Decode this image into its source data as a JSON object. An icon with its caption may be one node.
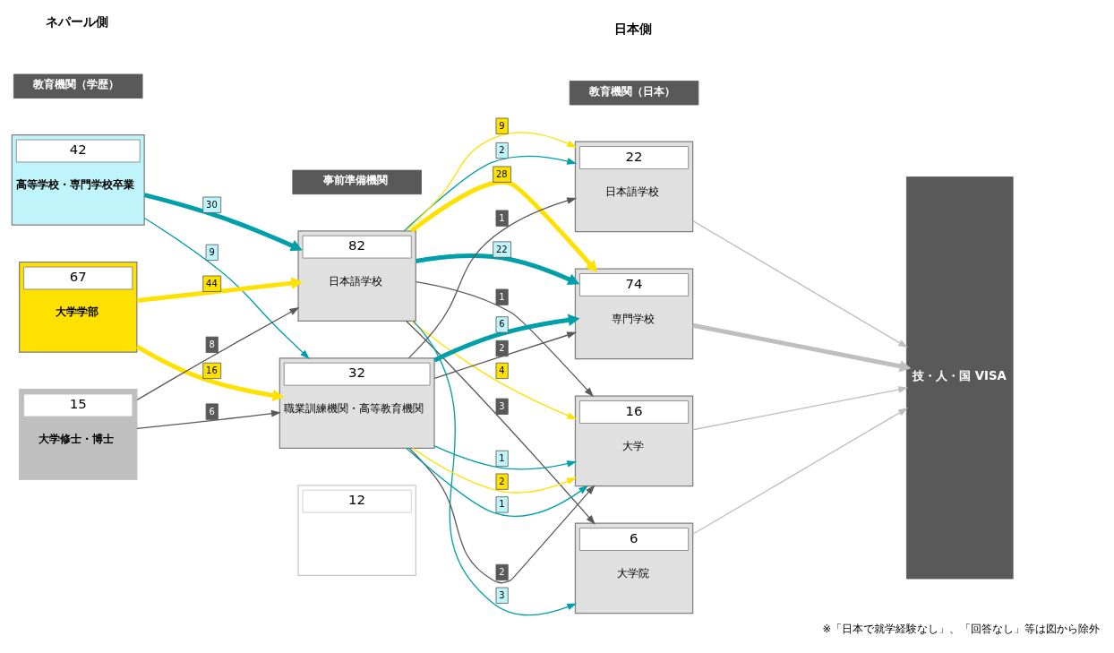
{
  "diagram": {
    "nodes": [
      {
        "text": [
          "教育機関（学歴）"
        ]
      },
      {
        "text": [
          "事前準備機関"
        ]
      },
      {
        "text": [
          "教育機関（日本）"
        ]
      },
      {
        "text": [
          "42",
          "高等学校・専門学校卒業"
        ]
      },
      {
        "text": [
          "67",
          "大学学部"
        ]
      },
      {
        "text": [
          "15",
          "大学修士・博士"
        ]
      },
      {
        "text": [
          "82",
          "日本語学校"
        ]
      },
      {
        "text": [
          "32",
          "職業訓練機関・高等教育機関"
        ]
      },
      {
        "text": [
          "12"
        ]
      },
      {
        "text": [
          "22",
          "日本語学校"
        ]
      },
      {
        "text": [
          "74",
          "専門学校"
        ]
      },
      {
        "text": [
          "16",
          "大学"
        ]
      },
      {
        "text": [
          "6",
          "大学院"
        ]
      },
      {
        "text": [
          "技・人・国 VISA"
        ]
      }
    ],
    "edges": [
      {
        "from": 3,
        "to": 6,
        "arrow": "to",
        "label": "30",
        "style": "thick",
        "color": "#009faa"
      },
      {
        "from": 3,
        "to": 7,
        "arrow": "to",
        "label": "9",
        "color": "#009faa"
      },
      {
        "from": 4,
        "to": 6,
        "arrow": "to",
        "label": "44",
        "style": "thick",
        "color": "#ffe100"
      },
      {
        "from": 4,
        "to": 7,
        "arrow": "to",
        "label": "16",
        "style": "thick",
        "color": "#ffe100"
      },
      {
        "from": 5,
        "to": 6,
        "arrow": "to",
        "label": "8",
        "color": "#595959"
      },
      {
        "from": 5,
        "to": 7,
        "arrow": "to",
        "label": "6",
        "color": "#595959"
      },
      {
        "from": 6,
        "to": 9,
        "arrow": "to",
        "label": "2",
        "color": "#009faa"
      },
      {
        "from": 6,
        "to": 9,
        "arrow": "to",
        "label": "9",
        "color": "#ffe100"
      },
      {
        "from": 7,
        "to": 9,
        "arrow": "to",
        "label": "1",
        "color": "#595959"
      },
      {
        "from": 6,
        "to": 11,
        "arrow": "to",
        "label": "1",
        "color": "#595959"
      },
      {
        "from": 6,
        "to": 12,
        "arrow": "to",
        "label": "3",
        "color": "#595959"
      },
      {
        "from": 6,
        "to": 12,
        "arrow": "to",
        "label": "3",
        "color": "#009faa"
      },
      {
        "from": 6,
        "to": 11,
        "arrow": "to",
        "label": "4",
        "color": "#ffe100"
      },
      {
        "from": 6,
        "to": 10,
        "arrow": "to",
        "label": "28",
        "style": "thick",
        "color": "#ffe100"
      },
      {
        "from": 6,
        "to": 10,
        "arrow": "to",
        "label": "22",
        "style": "thick",
        "color": "#009faa"
      },
      {
        "from": 7,
        "to": 10,
        "arrow": "to",
        "label": "2",
        "color": "#595959"
      },
      {
        "from": 7,
        "to": 10,
        "arrow": "to",
        "label": "6",
        "style": "thick",
        "color": "#009faa"
      },
      {
        "from": 7,
        "to": 11,
        "arrow": "to",
        "label": "2",
        "color": "#595959"
      },
      {
        "from": 7,
        "to": 11,
        "arrow": "to",
        "label": "1",
        "color": "#009faa"
      },
      {
        "from": 7,
        "to": 11,
        "arrow": "to",
        "label": "2",
        "color": "#ffe100"
      },
      {
        "from": 7,
        "to": 11,
        "arrow": "to",
        "label": "1",
        "color": "#009faa"
      },
      {
        "from": 9,
        "to": 13,
        "arrow": "to",
        "color": "#bfbfbf"
      },
      {
        "from": 10,
        "to": 13,
        "arrow": "to",
        "style": "thick",
        "color": "#bfbfbf"
      },
      {
        "from": 11,
        "to": 13,
        "arrow": "to",
        "color": "#bfbfbf"
      },
      {
        "from": 12,
        "to": 13,
        "arrow": "to",
        "color": "#bfbfbf"
      }
    ],
    "labels": [
      "ネパール側",
      "日本側",
      "※「日本で就学経験なし」、「回答なし」等は図から除外"
    ]
  }
}
